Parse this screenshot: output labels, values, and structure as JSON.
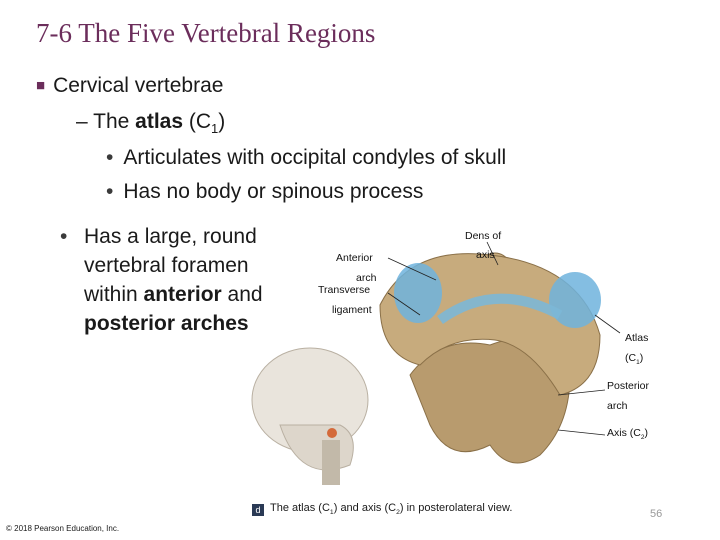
{
  "title": "7-6 The Five Vertebral Regions",
  "bullet1": "Cervical vertebrae",
  "bullet2_prefix": "The ",
  "bullet2_bold": "atlas",
  "bullet2_suffix": " (C",
  "bullet2_sub": "1",
  "bullet2_end": ")",
  "bullet3": "Articulates with occipital condyles of skull",
  "bullet4": "Has no body or spinous process",
  "bullet5": {
    "line_a": "Has a large, round vertebral foramen within ",
    "bold_a": "anterior",
    "mid": " and ",
    "bold_b": "posterior arches"
  },
  "labels": {
    "dens_of": "Dens of",
    "axis": "axis",
    "anterior": "Anterior",
    "arch": "arch",
    "transverse": "Transverse",
    "ligament": "ligament",
    "atlas": "Atlas",
    "c1_pre": "(C",
    "c1_sub": "1",
    "c1_post": ")",
    "posterior": "Posterior",
    "parch": "arch",
    "axis_c2_pre": "Axis (C",
    "axis_c2_sub": "2",
    "axis_c2_post": ")"
  },
  "caption": {
    "icon": "d",
    "pre": "The atlas (C",
    "sub1": "1",
    "mid": ") and axis (C",
    "sub2": "2",
    "post": ") in posterolateral view."
  },
  "copyright": "© 2018 Pearson Education, Inc.",
  "page_number": "56"
}
